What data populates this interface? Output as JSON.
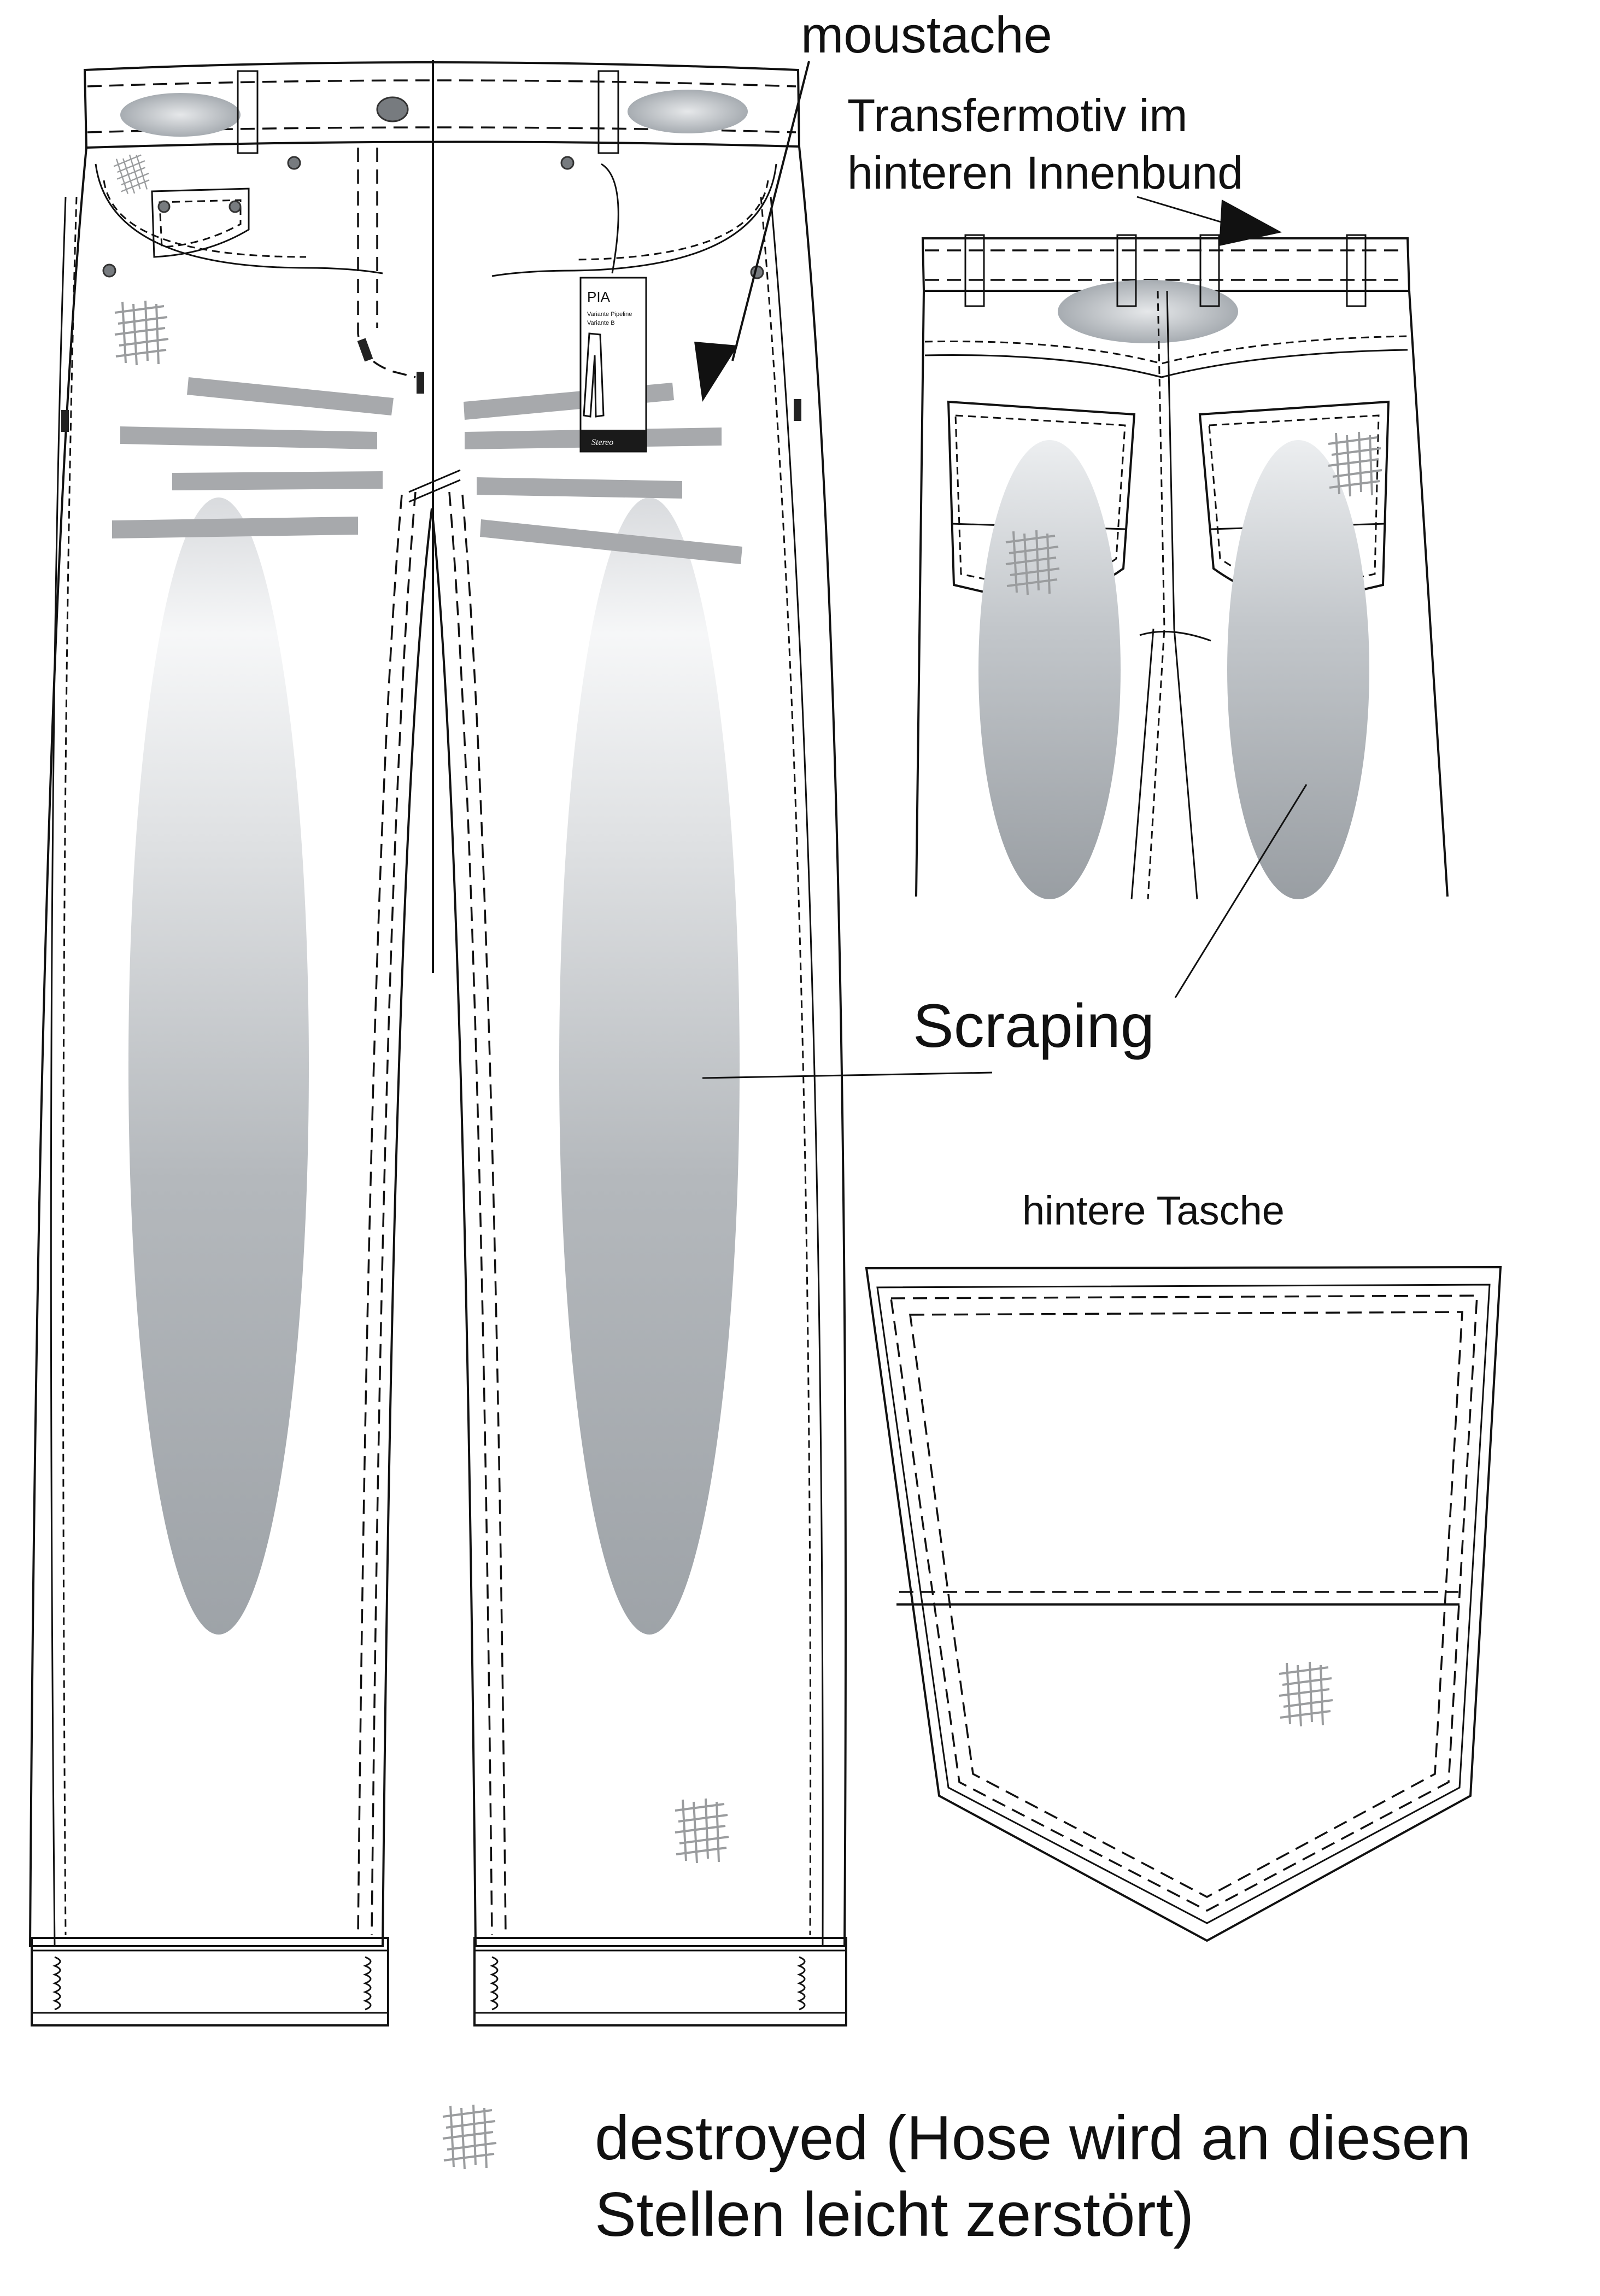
{
  "labels": {
    "moustache": "moustache",
    "transfer_line1": "Transfermotiv im",
    "transfer_line2": "hinteren Innenbund",
    "scraping": "Scraping",
    "back_pocket_title": "hintere Tasche",
    "legend_line1": "destroyed (Hose wird an diesen",
    "legend_line2": "Stellen leicht zerstört)"
  },
  "hangtag": {
    "title": "PIA",
    "line1": "Variante Pipeline",
    "line2": "Variante B",
    "brand": "Stereo"
  },
  "colors": {
    "outline": "#111111",
    "wash_gray": "#9ea3a8",
    "whisker_gray": "#a7a9ac",
    "destroyed_gray": "#9a9c9e",
    "background": "#ffffff"
  }
}
